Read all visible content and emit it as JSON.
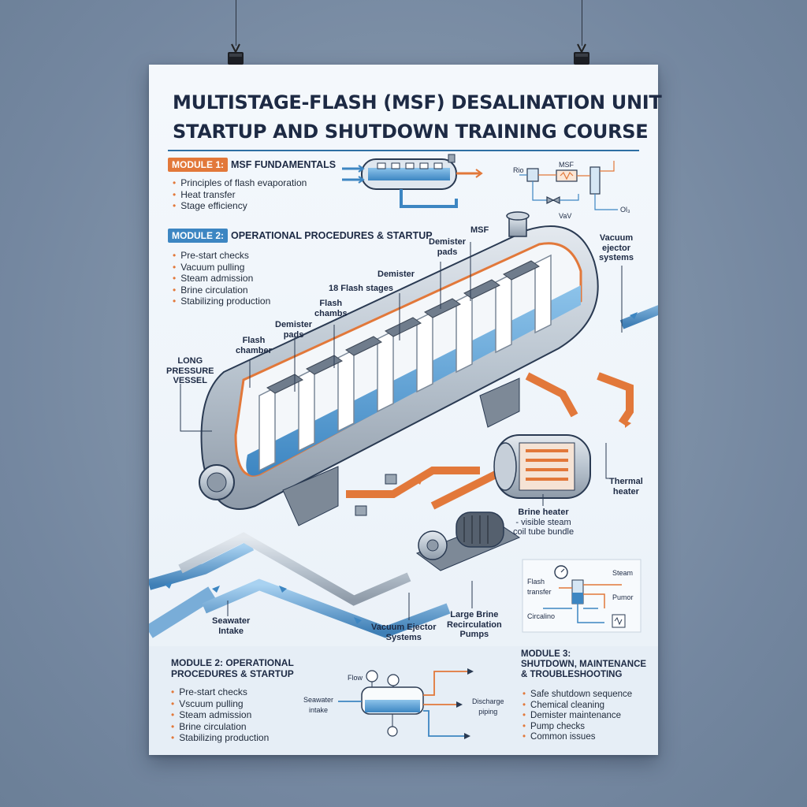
{
  "poster": {
    "title_line1": "MULTISTAGE-FLASH (MSF) DESALINATION UNIT",
    "title_line2": "STARTUP AND SHUTDOWN TRAINING COURSE"
  },
  "module1": {
    "badge": "MODULE 1:",
    "title": "MSF FUNDAMENTALS",
    "items": [
      "Principles of flash evaporation",
      "Heat transfer",
      "Stage efficiency"
    ]
  },
  "module2_top": {
    "badge": "MODULE 2:",
    "title": "OPERATIONAL PROCEDURES & STARTUP",
    "items": [
      "Pre-start checks",
      "Vacuum pulling",
      "Steam admission",
      "Brine circulation",
      "Stabilizing production"
    ]
  },
  "module2_bottom": {
    "title_line1": "MODULE 2: OPERATIONAL",
    "title_line2": "PROCEDURES & STARTUP",
    "items": [
      "Pre-start checks",
      "Vscuum pulling",
      "Steam admission",
      "Brine circulation",
      "Stabilizing production"
    ]
  },
  "module3": {
    "title_line1": "MODULE 3:",
    "title_line2": "SHUTDOWN, MAINTENANCE",
    "title_line3": "& TROUBLESHOOTING",
    "items": [
      "Safe shutdown sequence",
      "Chemical cleaning",
      "Demister maintenance",
      "Pump checks",
      "Common issues"
    ]
  },
  "schematic_top": {
    "label_rio": "Rio",
    "label_msf": "MSF",
    "label_vav": "VaV",
    "label_ol": "Ol₃"
  },
  "labels": {
    "msf": "MSF",
    "demister_pads_top_1": "Demister",
    "demister_pads_top_2": "pads",
    "vacuum_ejector_1": "Vacuum",
    "vacuum_ejector_2": "ejector",
    "vacuum_ejector_3": "systems",
    "demister": "Demister",
    "flash_stages": "18 Flash stages",
    "flash_chambs_1": "Flash",
    "flash_chambs_2": "chambs",
    "demister_pads_1": "Demister",
    "demister_pads_2": "pads",
    "flash_chamber_1": "Flash",
    "flash_chamber_2": "chamber",
    "long_pressure_1": "LONG",
    "long_pressure_2": "PRESSURE",
    "long_pressure_3": "VESSEL",
    "thermal_heater_1": "Thermal",
    "thermal_heater_2": "heater",
    "brine_heater_1": "Brine heater",
    "brine_heater_2": "- visible steam",
    "brine_heater_3": "coil tube bundle",
    "seawater_intake_1": "Seawater",
    "seawater_intake_2": "Intake",
    "vacuum_ejector_bottom_1": "Vacuum Ejector",
    "vacuum_ejector_bottom_2": "Systems",
    "large_brine_1": "Large Brine",
    "large_brine_2": "Recirculation",
    "large_brine_3": "Pumps"
  },
  "mini_schematic": {
    "flash_1": "Flash",
    "flash_2": "transfer",
    "steam": "Steam",
    "pumor": "Pumor",
    "circalino": "Circalino"
  },
  "bottom_schematic": {
    "flow": "Flow",
    "seawater_1": "Seawater",
    "seawater_2": "intake",
    "discharge_1": "Discharge",
    "discharge_2": "piping"
  },
  "colors": {
    "navy": "#1d2a44",
    "orange": "#e2783a",
    "blue": "#3d86c2",
    "steel": "#b9c4cf"
  },
  "icons": [
    "binder-clip-icon",
    "gauge-icon",
    "valve-icon",
    "pump-motor-icon"
  ]
}
